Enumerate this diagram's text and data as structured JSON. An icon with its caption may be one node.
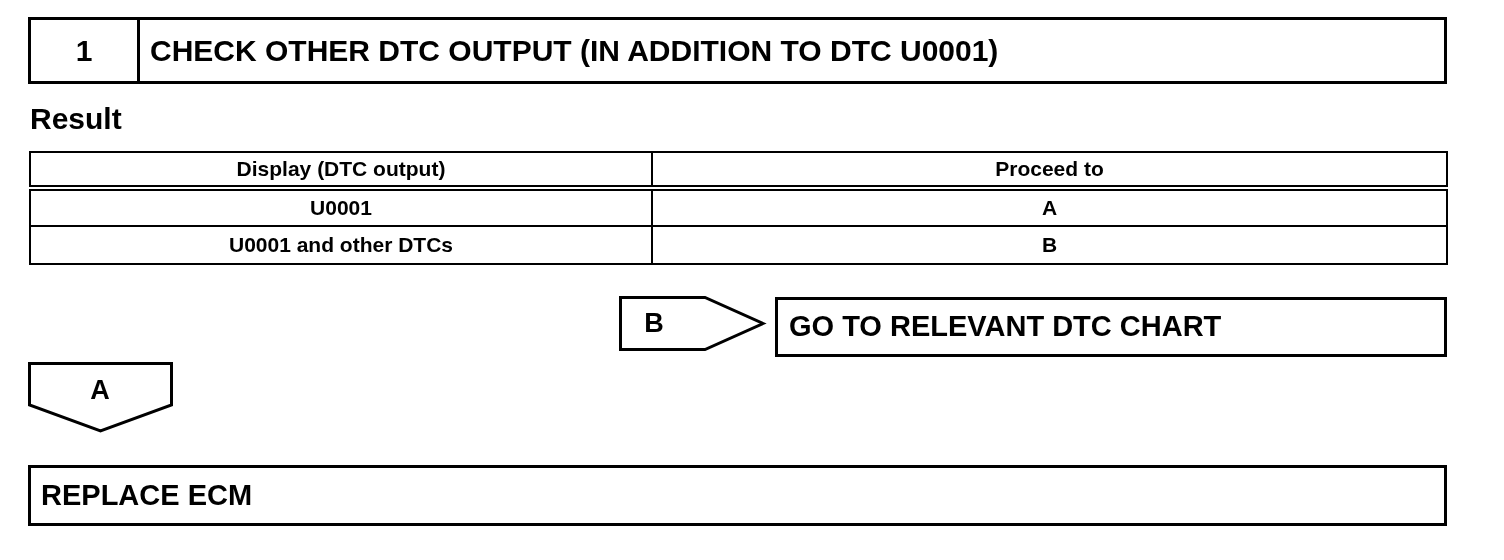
{
  "diagram": {
    "nodes": [
      {
        "text": [
          "1",
          "CHECK OTHER DTC OUTPUT (IN ADDITION TO DTC U0001)"
        ]
      },
      {
        "text": [
          "B"
        ]
      },
      {
        "text": [
          "GO TO RELEVANT DTC CHART"
        ]
      },
      {
        "text": [
          "A"
        ]
      },
      {
        "text": [
          "REPLACE ECM"
        ]
      }
    ],
    "labels": [
      "Result",
      "Display (DTC output)",
      "Proceed to",
      "U0001",
      "A",
      "U0001 and other DTCs",
      "B"
    ]
  }
}
